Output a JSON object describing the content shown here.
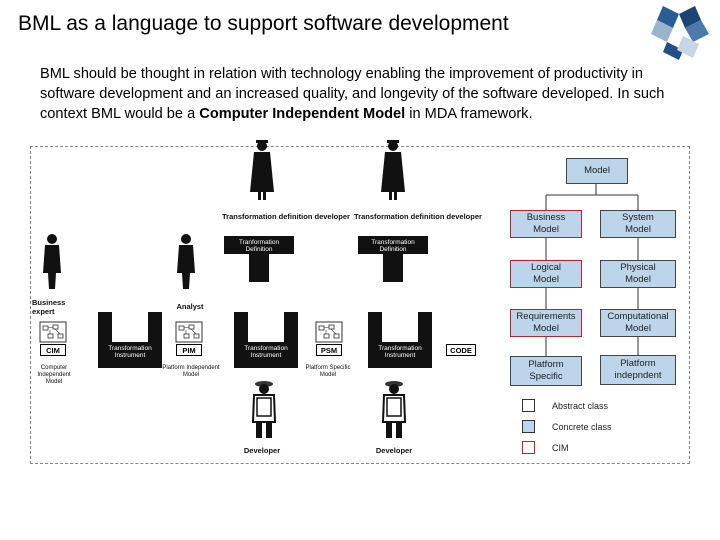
{
  "title": "BML as a language to support software development",
  "paragraph": {
    "part1": "BML should be thought in relation with technology enabling the improvement of productivity in software development and an increased quality, and longevity of the software developed. In such context BML would be a ",
    "bold": "Computer Independent Model",
    "part2": " in MDA framework."
  },
  "left_diagram": {
    "business_expert": "Business expert",
    "analyst": "Analyst",
    "cim": "CIM",
    "pim": "PIM",
    "psm": "PSM",
    "code": "CODE",
    "cim_caption": "Computer Independent Model",
    "pim_caption": "Platform Independent Model",
    "psm_caption": "Platform Specific Model",
    "tdd_1": "Transformation definition developer",
    "tdd_2": "Transformation definition developer",
    "td_1": "Tranformation Definition",
    "td_2": "Transformation Definition",
    "ti_1": "Transformation Instrument",
    "ti_2": "Transformation Instrument",
    "ti_3": "Transformation Instrument",
    "developer_1": "Developer",
    "developer_2": "Developer"
  },
  "right_diagram": {
    "model": "Model",
    "business_model": "Business Model",
    "system_model": "System Model",
    "logical_model": "Logical Model",
    "physical_model": "Physical Model",
    "requirements_model": "Requirements Model",
    "computational_model": "Computational Model",
    "platform_specific": "Platform Specific",
    "platform_independent": "Platform indepndent"
  },
  "legend": {
    "abstract": "Abstract class",
    "concrete": "Concrete class",
    "cim": "CIM"
  },
  "colors": {
    "box_fill": "#bcd5ea",
    "cim_border": "#c0202a",
    "dark": "#111111"
  }
}
